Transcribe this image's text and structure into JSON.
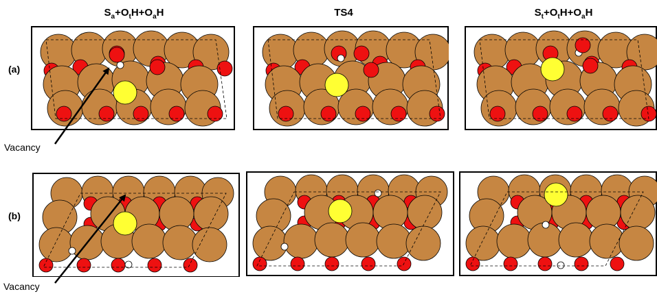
{
  "column_titles": {
    "left": {
      "main": "S",
      "sub": "a",
      "rest1": "+O",
      "sub2": "t",
      "rest2": "H+O",
      "sub3": "a",
      "rest3": "H"
    },
    "middle": {
      "main": "TS4"
    },
    "right": {
      "main": "S",
      "sub": "t",
      "rest1": "+O",
      "sub2": "t",
      "rest2": "H+O",
      "sub3": "a",
      "rest3": "H"
    }
  },
  "row_labels": {
    "a": "(a)",
    "b": "(b)"
  },
  "annotations": {
    "vacancy_a": "Vacancy",
    "vacancy_b": "Vacancy"
  },
  "atom_colors": {
    "metal": "#c68642",
    "oxygen": "#ee1111",
    "sulfur": "#ffff33",
    "hydrogen": "#ffffff"
  }
}
